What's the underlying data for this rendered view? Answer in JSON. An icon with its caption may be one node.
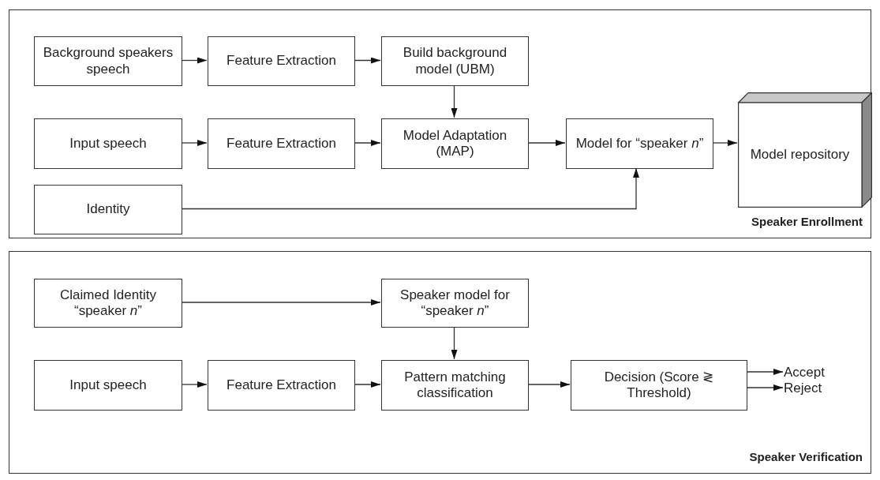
{
  "diagram": {
    "nodes": [
      {
        "text": [
          "Speaker Enrollment"
        ]
      },
      {
        "text": [
          "Background speakers speech"
        ],
        "in": 0
      },
      {
        "text": [
          "Feature Extraction"
        ],
        "in": 0
      },
      {
        "text": [
          "Build background model (UBM)"
        ],
        "in": 0
      },
      {
        "text": [
          "Input speech"
        ],
        "in": 0
      },
      {
        "text": [
          "Feature Extraction"
        ],
        "in": 0
      },
      {
        "text": [
          "Model Adaptation (MAP)"
        ],
        "in": 0
      },
      {
        "text": [
          "Model for “speaker *n*”"
        ],
        "in": 0
      },
      {
        "text": [
          "Model repository"
        ],
        "in": 0
      },
      {
        "text": [
          "Identity"
        ],
        "in": 0
      },
      {
        "text": [
          "Speaker Verification"
        ]
      },
      {
        "text": [
          "Claimed Identity “speaker *n*”"
        ],
        "in": 10
      },
      {
        "text": [
          "Speaker model for “speaker *n*”"
        ],
        "in": 10
      },
      {
        "text": [
          "Input speech"
        ],
        "in": 10
      },
      {
        "text": [
          "Feature Extraction"
        ],
        "in": 10
      },
      {
        "text": [
          "Pattern matching classification"
        ],
        "in": 10
      },
      {
        "text": [
          "Decision (Score ≷ Threshold)"
        ],
        "in": 10
      },
      {
        "text": [
          "Accept"
        ],
        "in": 10
      },
      {
        "text": [
          "Reject"
        ],
        "in": 10
      }
    ],
    "edges": [
      {
        "from": 1,
        "to": 2,
        "arrow": "to"
      },
      {
        "from": 2,
        "to": 3,
        "arrow": "to"
      },
      {
        "from": 3,
        "to": 6,
        "arrow": "to"
      },
      {
        "from": 4,
        "to": 5,
        "arrow": "to"
      },
      {
        "from": 5,
        "to": 6,
        "arrow": "to"
      },
      {
        "from": 6,
        "to": 7,
        "arrow": "to"
      },
      {
        "from": 7,
        "to": 8,
        "arrow": "to"
      },
      {
        "from": 9,
        "to": 7,
        "arrow": "to"
      },
      {
        "from": 11,
        "to": 12,
        "arrow": "to"
      },
      {
        "from": 12,
        "to": 15,
        "arrow": "to"
      },
      {
        "from": 13,
        "to": 14,
        "arrow": "to"
      },
      {
        "from": 14,
        "to": 15,
        "arrow": "to"
      },
      {
        "from": 15,
        "to": 16,
        "arrow": "to"
      },
      {
        "from": 16,
        "to": 17,
        "arrow": "to"
      },
      {
        "from": 16,
        "to": 18,
        "arrow": "to"
      }
    ]
  }
}
